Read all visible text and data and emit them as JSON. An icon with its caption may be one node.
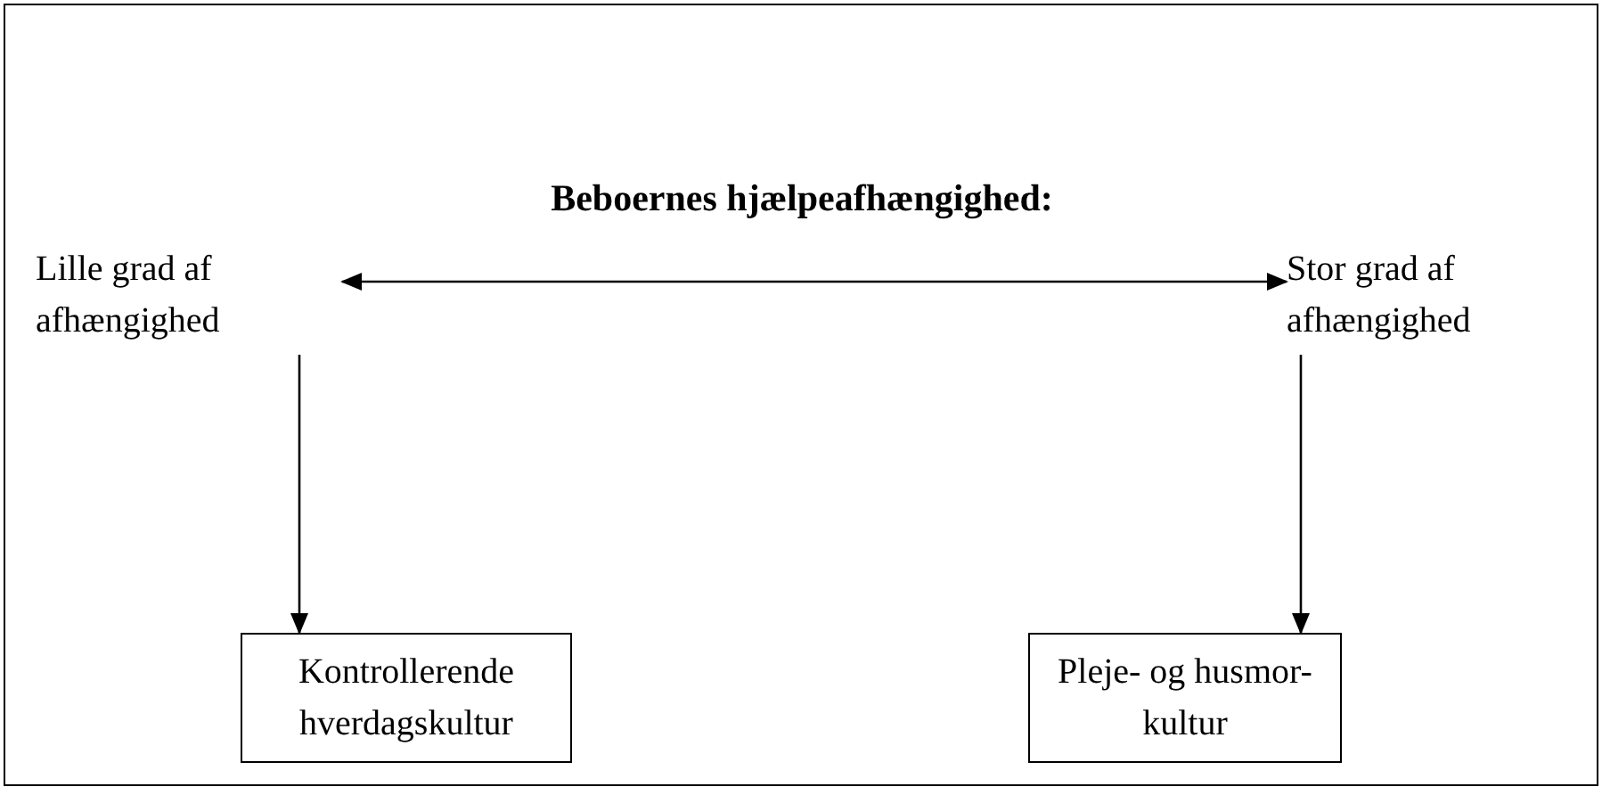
{
  "diagram": {
    "title": "Beboernes hjælpeafhængighed:",
    "nodes": [
      {
        "text": [
          "Lille grad af afhængighed"
        ]
      },
      {
        "text": [
          "Stor grad af afhængighed"
        ]
      },
      {
        "text": [
          "Kontrollerende hverdagskultur"
        ]
      },
      {
        "text": [
          "Pleje- og husmor-kultur"
        ]
      }
    ],
    "edges": [
      {
        "from": 0,
        "to": 1,
        "arrow": "both"
      },
      {
        "from": 0,
        "to": 2,
        "arrow": "to"
      },
      {
        "from": 1,
        "to": 3,
        "arrow": "to"
      }
    ]
  }
}
